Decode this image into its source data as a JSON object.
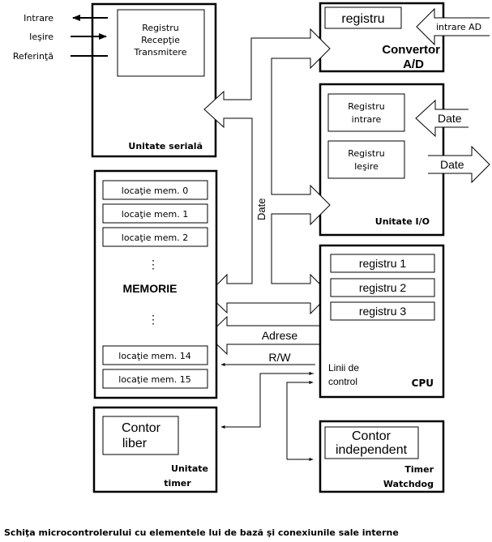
{
  "serial_unit": {
    "title": "Unitate serială",
    "register_lines": [
      "Registru",
      "Recepţie",
      "Transmitere"
    ],
    "signals": [
      {
        "label": "Intrare",
        "direction": "out"
      },
      {
        "label": "Ieşire",
        "direction": "in"
      },
      {
        "label": "Referinţă",
        "direction": "none"
      }
    ]
  },
  "adc": {
    "register": "registru",
    "title_lines": [
      "Convertor",
      "A/D"
    ],
    "input_label": "intrare AD"
  },
  "io_unit": {
    "input_register_lines": [
      "Registru",
      "intrare"
    ],
    "output_register_lines": [
      "Registru",
      "Ieşire"
    ],
    "data_in_label": "Date",
    "data_out_label": "Date",
    "title": "Unitate I/O"
  },
  "memory": {
    "title": "MEMORIE",
    "locations_top": [
      "locaţie mem. 0",
      "locaţie mem. 1",
      "locaţie mem. 2"
    ],
    "locations_bottom": [
      "locaţie mem. 14",
      "locaţie mem. 15"
    ],
    "ellipsis": "⋮"
  },
  "bus": {
    "data_label": "Date",
    "address_label": "Adrese",
    "rw_label": "R/W"
  },
  "cpu": {
    "registers": [
      "registru 1",
      "registru 2",
      "registru 3"
    ],
    "control_lines": [
      "Linii de",
      "control"
    ],
    "title": "CPU"
  },
  "timer_unit": {
    "counter_lines": [
      "Contor",
      "liber"
    ],
    "title_lines": [
      "Unitate",
      "timer"
    ]
  },
  "watchdog": {
    "counter_lines": [
      "Contor",
      "independent"
    ],
    "title_lines": [
      "Timer",
      "Watchdog"
    ]
  },
  "caption": "Schiţa microcontrolerului cu elementele lui de bază şi conexiunile sale interne"
}
